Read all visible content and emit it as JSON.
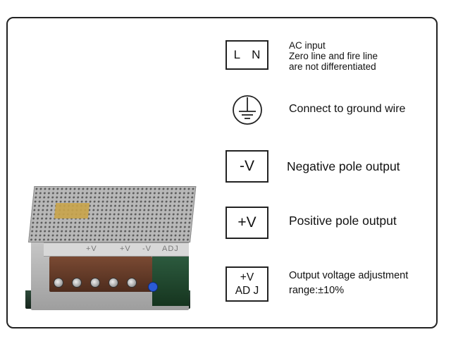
{
  "photo": {
    "strip_text": [
      "+V",
      "+V",
      "-V",
      "ADJ"
    ]
  },
  "legend": {
    "ac_input": {
      "symbol_left": "L",
      "symbol_right": "N",
      "lines": [
        "AC input",
        "Zero line and fire line",
        "are not differentiated"
      ]
    },
    "ground": {
      "icon": "ground-symbol-icon",
      "text": "Connect to ground wire"
    },
    "negative": {
      "symbol": "-V",
      "text": "Negative pole output"
    },
    "positive": {
      "symbol": "+V",
      "text": "Positive pole output"
    },
    "adjust": {
      "symbol_lines": [
        "+V",
        "AD J"
      ],
      "lines": [
        "Output voltage adjustment",
        "range:±10%"
      ]
    }
  }
}
